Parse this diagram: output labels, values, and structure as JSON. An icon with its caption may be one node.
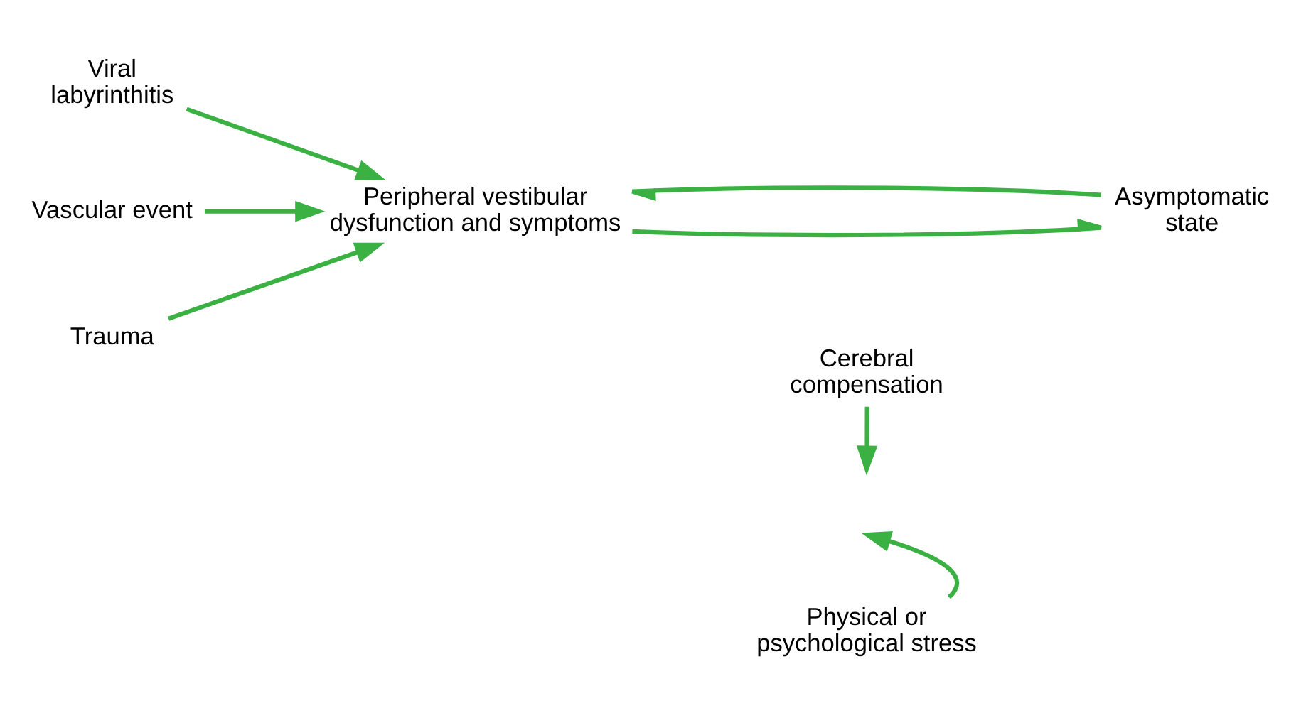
{
  "diagram": {
    "nodes": [
      {
        "text": [
          "Viral labyrinthitis"
        ]
      },
      {
        "text": [
          "Vascular event"
        ]
      },
      {
        "text": [
          "Trauma"
        ]
      },
      {
        "text": [
          "Peripheral vestibular dysfunction and symptoms"
        ]
      },
      {
        "text": [
          "Asymptomatic state"
        ]
      },
      {
        "text": [
          "Cerebral compensation"
        ]
      },
      {
        "text": [
          "Physical or psychological stress"
        ]
      }
    ],
    "edges": [
      {
        "from": 0,
        "to": 3,
        "arrow": "to",
        "color": "#3bb143"
      },
      {
        "from": 1,
        "to": 3,
        "arrow": "to",
        "color": "#3bb143"
      },
      {
        "from": 2,
        "to": 3,
        "arrow": "to",
        "color": "#3bb143"
      },
      {
        "from": 3,
        "to": 4,
        "arrow": "to",
        "color": "#3bb143"
      },
      {
        "from": 4,
        "to": 3,
        "arrow": "to",
        "color": "#3bb143"
      },
      {
        "from": 5,
        "to": null,
        "arrow": "to",
        "color": "#3bb143"
      },
      {
        "from": 6,
        "to": null,
        "arrow": "to",
        "color": "#3bb143"
      }
    ]
  }
}
